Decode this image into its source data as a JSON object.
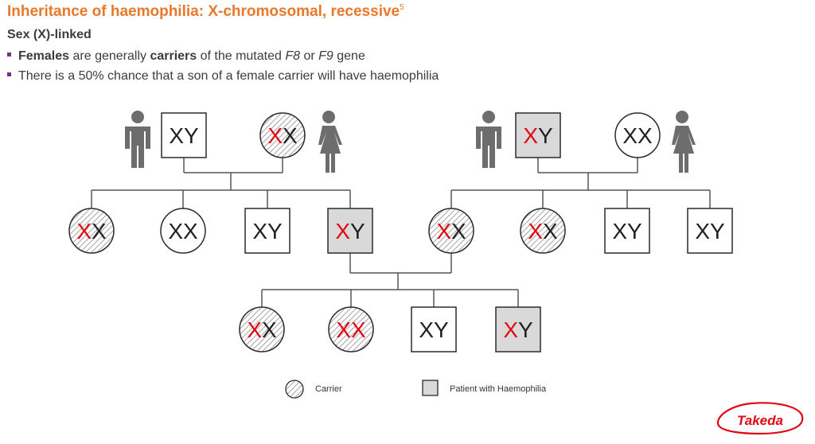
{
  "title": {
    "text": "Inheritance of haemophilia: X-chromosomal, recessive",
    "reference": "5"
  },
  "subtitle": "Sex (X)-linked",
  "bullets": [
    {
      "bold1": "Females",
      "text1": " are generally ",
      "bold2": "carriers",
      "text2": " of the mutated ",
      "gene1": "F8",
      "text3": " or ",
      "gene2": "F9",
      "text4": " gene"
    },
    {
      "text": "There is a 50% chance that a son of a female carrier will have haemophilia"
    }
  ],
  "colors": {
    "title": "#e8782a",
    "bullet": "#7b2d8e",
    "mutated_x": "#e30613",
    "patient_fill": "#d9d9d9",
    "line": "#555555",
    "figure": "#6d6d6d",
    "logo": "#e30613"
  },
  "pedigree": {
    "family_left": {
      "father": {
        "shape": "square",
        "chars": [
          "X",
          "Y"
        ],
        "mutated": [],
        "status": "unaffected",
        "icon": "male-figure-icon"
      },
      "mother": {
        "shape": "circle",
        "chars": [
          "X",
          "X"
        ],
        "mutated": [
          0
        ],
        "status": "carrier",
        "icon": "female-figure-icon"
      },
      "children": [
        {
          "shape": "circle",
          "chars": [
            "X",
            "X"
          ],
          "mutated": [
            0
          ],
          "status": "carrier"
        },
        {
          "shape": "circle",
          "chars": [
            "X",
            "X"
          ],
          "mutated": [],
          "status": "unaffected"
        },
        {
          "shape": "square",
          "chars": [
            "X",
            "Y"
          ],
          "mutated": [],
          "status": "unaffected"
        },
        {
          "shape": "square",
          "chars": [
            "X",
            "Y"
          ],
          "mutated": [
            0
          ],
          "status": "patient"
        }
      ]
    },
    "family_right": {
      "father": {
        "shape": "square",
        "chars": [
          "X",
          "Y"
        ],
        "mutated": [
          0
        ],
        "status": "patient",
        "icon": "male-figure-icon"
      },
      "mother": {
        "shape": "circle",
        "chars": [
          "X",
          "X"
        ],
        "mutated": [],
        "status": "unaffected",
        "icon": "female-figure-icon"
      },
      "children": [
        {
          "shape": "circle",
          "chars": [
            "X",
            "X"
          ],
          "mutated": [
            0
          ],
          "status": "carrier"
        },
        {
          "shape": "circle",
          "chars": [
            "X",
            "X"
          ],
          "mutated": [
            0
          ],
          "status": "carrier"
        },
        {
          "shape": "square",
          "chars": [
            "X",
            "Y"
          ],
          "mutated": [],
          "status": "unaffected"
        },
        {
          "shape": "square",
          "chars": [
            "X",
            "Y"
          ],
          "mutated": [],
          "status": "unaffected"
        }
      ]
    },
    "third_generation": [
      {
        "shape": "circle",
        "chars": [
          "X",
          "X"
        ],
        "mutated": [
          0
        ],
        "status": "carrier"
      },
      {
        "shape": "circle",
        "chars": [
          "X",
          "X"
        ],
        "mutated": [
          0,
          1
        ],
        "status": "carrier"
      },
      {
        "shape": "square",
        "chars": [
          "X",
          "Y"
        ],
        "mutated": [],
        "status": "unaffected"
      },
      {
        "shape": "square",
        "chars": [
          "X",
          "Y"
        ],
        "mutated": [
          0
        ],
        "status": "patient"
      }
    ]
  },
  "legend": {
    "carrier": "Carrier",
    "patient": "Patient with Haemophilia"
  },
  "logo": {
    "text": "Takeda"
  }
}
